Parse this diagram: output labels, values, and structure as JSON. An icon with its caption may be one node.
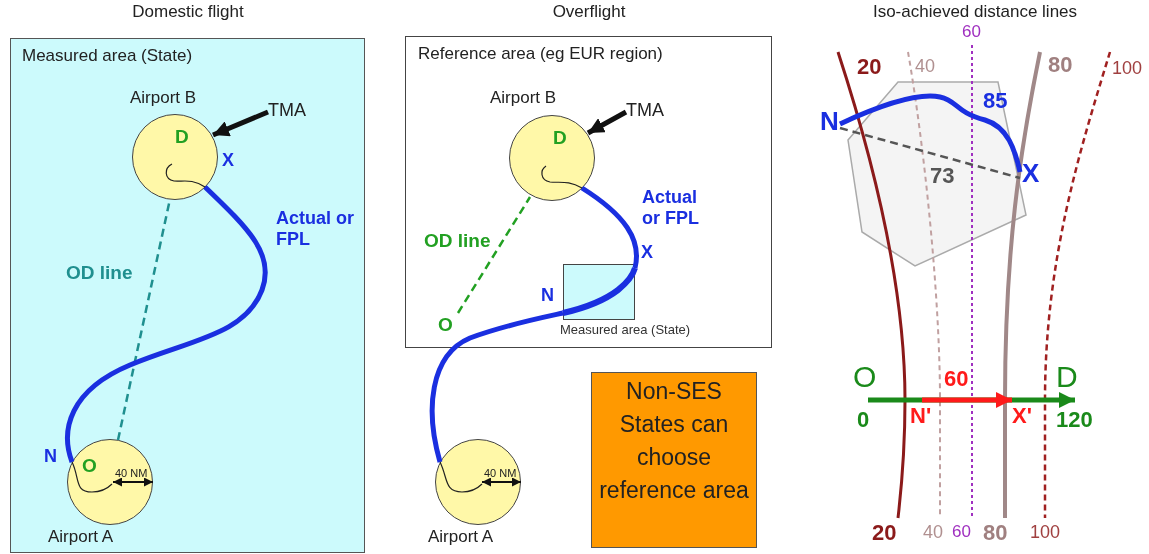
{
  "diagram": {
    "nodes": [
      {
        "text": [
          "Domestic flight",
          "Measured area (State)"
        ]
      },
      {
        "text": [
          "Airport B",
          "D"
        ],
        "in": 0
      },
      {
        "text": [
          "TMA"
        ],
        "in": 0
      },
      {
        "text": [
          "O",
          "Airport A"
        ],
        "in": 0
      },
      {
        "text": [
          "Overflight",
          "Reference area (eg EUR region)"
        ]
      },
      {
        "text": [
          "Airport B",
          "D"
        ],
        "in": 4
      },
      {
        "text": [
          "TMA"
        ],
        "in": 4
      },
      {
        "text": [
          "Measured area (State)"
        ],
        "in": 4
      },
      {
        "text": [
          "O"
        ],
        "in": 4
      },
      {
        "text": [
          "Airport A"
        ]
      },
      {
        "text": [
          "Non-SES States can choose reference area"
        ]
      },
      {
        "text": [
          "N"
        ]
      },
      {
        "text": [
          "X"
        ]
      },
      {
        "text": [
          "O"
        ]
      },
      {
        "text": [
          "D"
        ]
      },
      {
        "text": [
          "N'"
        ]
      },
      {
        "text": [
          "X'"
        ]
      }
    ],
    "edges": [
      {
        "from": 2,
        "to": 1,
        "arrow": "to",
        "color": "#111111"
      },
      {
        "from": 3,
        "to": 1,
        "arrow": "none",
        "label": "OD line",
        "style": "dashed",
        "color": "#1f8f8f"
      },
      {
        "from": 3,
        "to": 1,
        "arrow": "none",
        "label": "Actual or FPL",
        "color": "#1a2fe0"
      },
      {
        "from": 6,
        "to": 5,
        "arrow": "to",
        "color": "#111111"
      },
      {
        "from": 8,
        "to": 5,
        "arrow": "none",
        "label": "OD line",
        "style": "dashed",
        "color": "#22a022"
      },
      {
        "from": 9,
        "to": 7,
        "arrow": "none",
        "color": "#1a2fe0"
      },
      {
        "from": 7,
        "to": 5,
        "arrow": "none",
        "label": "Actual or FPL",
        "color": "#1a2fe0"
      },
      {
        "from": 11,
        "to": 12,
        "arrow": "none",
        "label": "85",
        "color": "#1a2fe0"
      },
      {
        "from": 11,
        "to": 12,
        "arrow": "none",
        "label": "73",
        "style": "dashed",
        "color": "#555555"
      },
      {
        "from": 13,
        "to": 14,
        "arrow": "to",
        "color": "#1a8a1a"
      },
      {
        "from": 15,
        "to": 16,
        "arrow": "to",
        "label": "60",
        "color": "#ff1a1a"
      }
    ],
    "labels": [
      "X",
      "N",
      "40 NM",
      "X",
      "N",
      "40 NM",
      "Iso-achieved distance lines",
      "60",
      "20",
      "40",
      "80",
      "100",
      "0",
      "120",
      "20",
      "40",
      "60",
      "80",
      "100"
    ]
  }
}
